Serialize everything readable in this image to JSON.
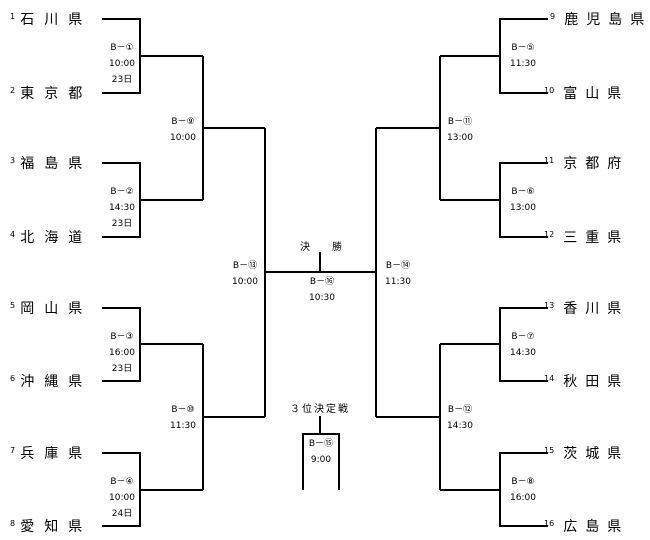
{
  "left_teams": [
    {
      "num": "1",
      "name": "石川県"
    },
    {
      "num": "2",
      "name": "東京都"
    },
    {
      "num": "3",
      "name": "福島県"
    },
    {
      "num": "4",
      "name": "北海道"
    },
    {
      "num": "5",
      "name": "岡山県"
    },
    {
      "num": "6",
      "name": "沖縄県"
    },
    {
      "num": "7",
      "name": "兵庫県"
    },
    {
      "num": "8",
      "name": "愛知県"
    }
  ],
  "right_teams": [
    {
      "num": "9",
      "name": "鹿児島県"
    },
    {
      "num": "10",
      "name": "富山県"
    },
    {
      "num": "11",
      "name": "京都府"
    },
    {
      "num": "12",
      "name": "三重県"
    },
    {
      "num": "13",
      "name": "香川県"
    },
    {
      "num": "14",
      "name": "秋田県"
    },
    {
      "num": "15",
      "name": "茨城県"
    },
    {
      "num": "16",
      "name": "広島県"
    }
  ],
  "matches": {
    "b1": {
      "code": "B－①",
      "time": "10:00",
      "day": "23日"
    },
    "b2": {
      "code": "B－②",
      "time": "14:30",
      "day": "23日"
    },
    "b3": {
      "code": "B－③",
      "time": "16:00",
      "day": "23日"
    },
    "b4": {
      "code": "B－④",
      "time": "10:00",
      "day": "24日"
    },
    "b5": {
      "code": "B－⑤",
      "time": "11:30"
    },
    "b6": {
      "code": "B－⑥",
      "time": "13:00"
    },
    "b7": {
      "code": "B－⑦",
      "time": "14:30"
    },
    "b8": {
      "code": "B－⑧",
      "time": "16:00"
    },
    "b9": {
      "code": "B－⑨",
      "time": "10:00"
    },
    "b10": {
      "code": "B－⑩",
      "time": "11:30"
    },
    "b11": {
      "code": "B－⑪",
      "time": "13:00"
    },
    "b12": {
      "code": "B－⑫",
      "time": "14:30"
    },
    "b13": {
      "code": "B－⑬",
      "time": "10:00"
    },
    "b14": {
      "code": "B－⑭",
      "time": "11:30"
    },
    "b15": {
      "code": "B－⑮",
      "time": "9:00"
    },
    "b16": {
      "code": "B－⑯",
      "time": "10:30"
    }
  },
  "final_title": "決　勝",
  "third_place_title": "３位決定戦",
  "line_color": "#000000"
}
